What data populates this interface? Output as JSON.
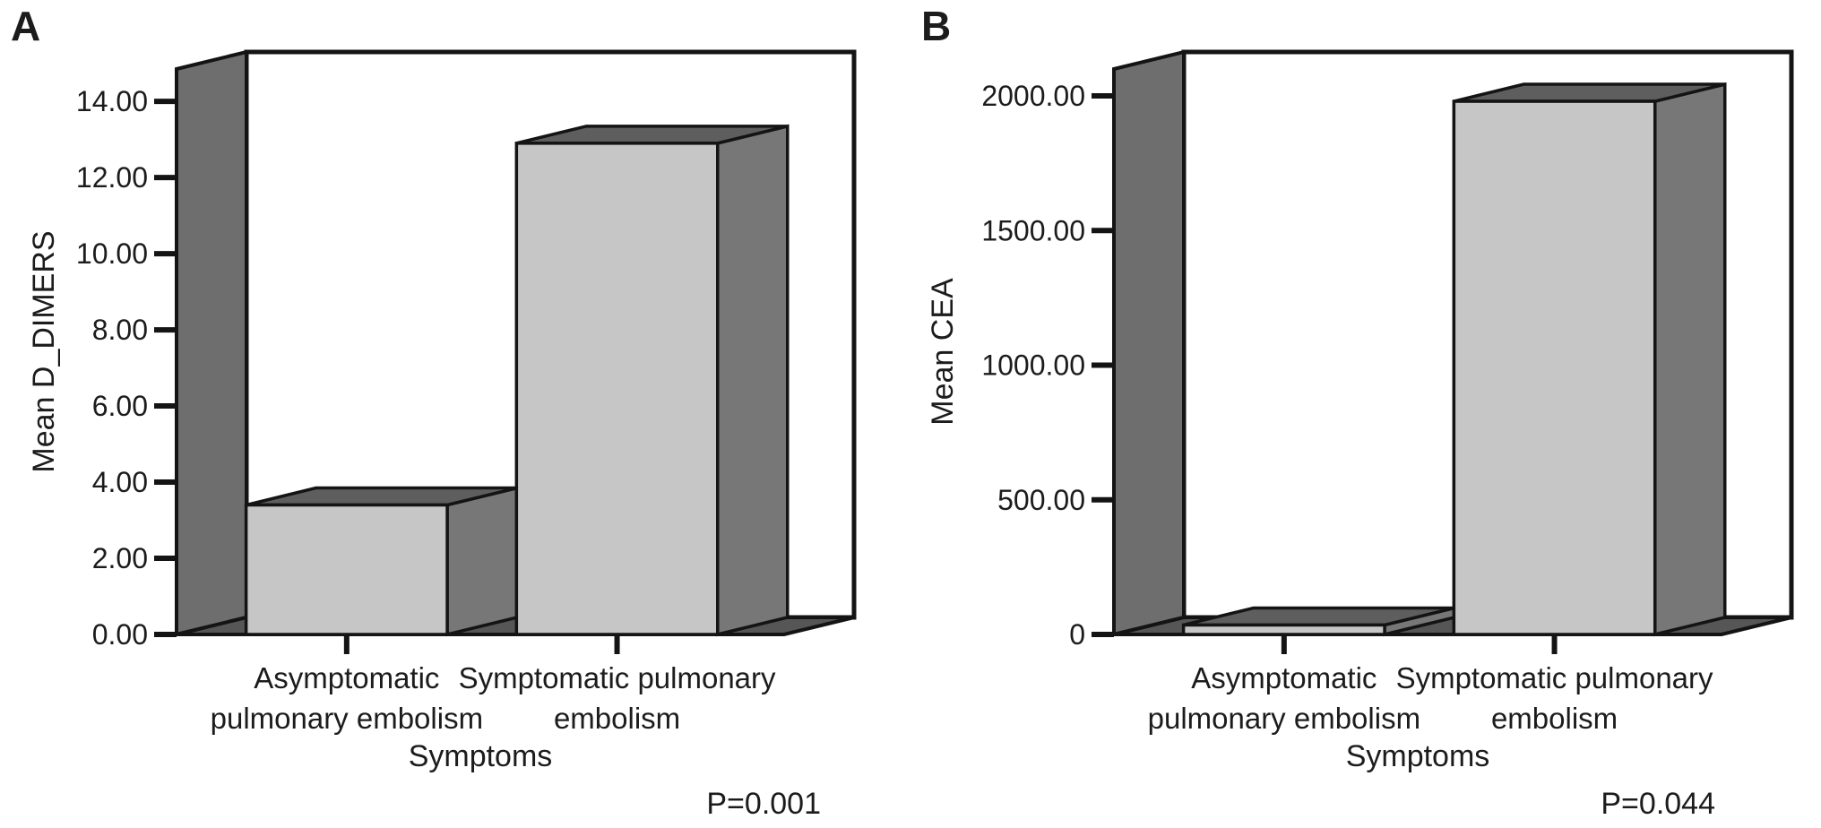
{
  "figure": {
    "background": "#ffffff",
    "colors": {
      "back_wall": "#ffffff",
      "wall": "#6e6e6e",
      "floor": "#565656",
      "bar_front": "#c6c6c6",
      "bar_top": "#5e5e5e",
      "bar_side": "#777777",
      "outline": "#141414",
      "text": "#1c1c1c"
    }
  },
  "chart_data": [
    {
      "type": "bar",
      "style": "3d-bar",
      "panel_label": "A",
      "ylabel": "Mean D_DIMERS",
      "xlabel": "Symptoms",
      "annotation": "P=0.001",
      "categories": [
        "Asymptomatic pulmonary embolism",
        "Symptomatic pulmonary embolism"
      ],
      "category_lines": [
        [
          "Asymptomatic",
          "pulmonary embolism"
        ],
        [
          "Symptomatic pulmonary",
          "embolism"
        ]
      ],
      "values": [
        3.4,
        12.9
      ],
      "ylim": [
        0,
        14.85
      ],
      "yticks": [
        0,
        2,
        4,
        6,
        8,
        10,
        12,
        14
      ],
      "ytick_labels": [
        "0.00",
        "2.00",
        "4.00",
        "6.00",
        "8.00",
        "10.00",
        "12.00",
        "14.00"
      ],
      "grid": false,
      "legend": null
    },
    {
      "type": "bar",
      "style": "3d-bar",
      "panel_label": "B",
      "ylabel": "Mean CEA",
      "xlabel": "Symptoms",
      "annotation": "P=0.044",
      "categories": [
        "Asymptomatic pulmonary embolism",
        "Symptomatic pulmonary embolism"
      ],
      "category_lines": [
        [
          "Asymptomatic",
          "pulmonary embolism"
        ],
        [
          "Symptomatic pulmonary",
          "embolism"
        ]
      ],
      "values": [
        35,
        1980
      ],
      "ylim": [
        0,
        2100
      ],
      "yticks": [
        0,
        500,
        1000,
        1500,
        2000
      ],
      "ytick_labels": [
        "0",
        "500.00",
        "1000.00",
        "1500.00",
        "2000.00"
      ],
      "grid": false,
      "legend": null
    }
  ]
}
